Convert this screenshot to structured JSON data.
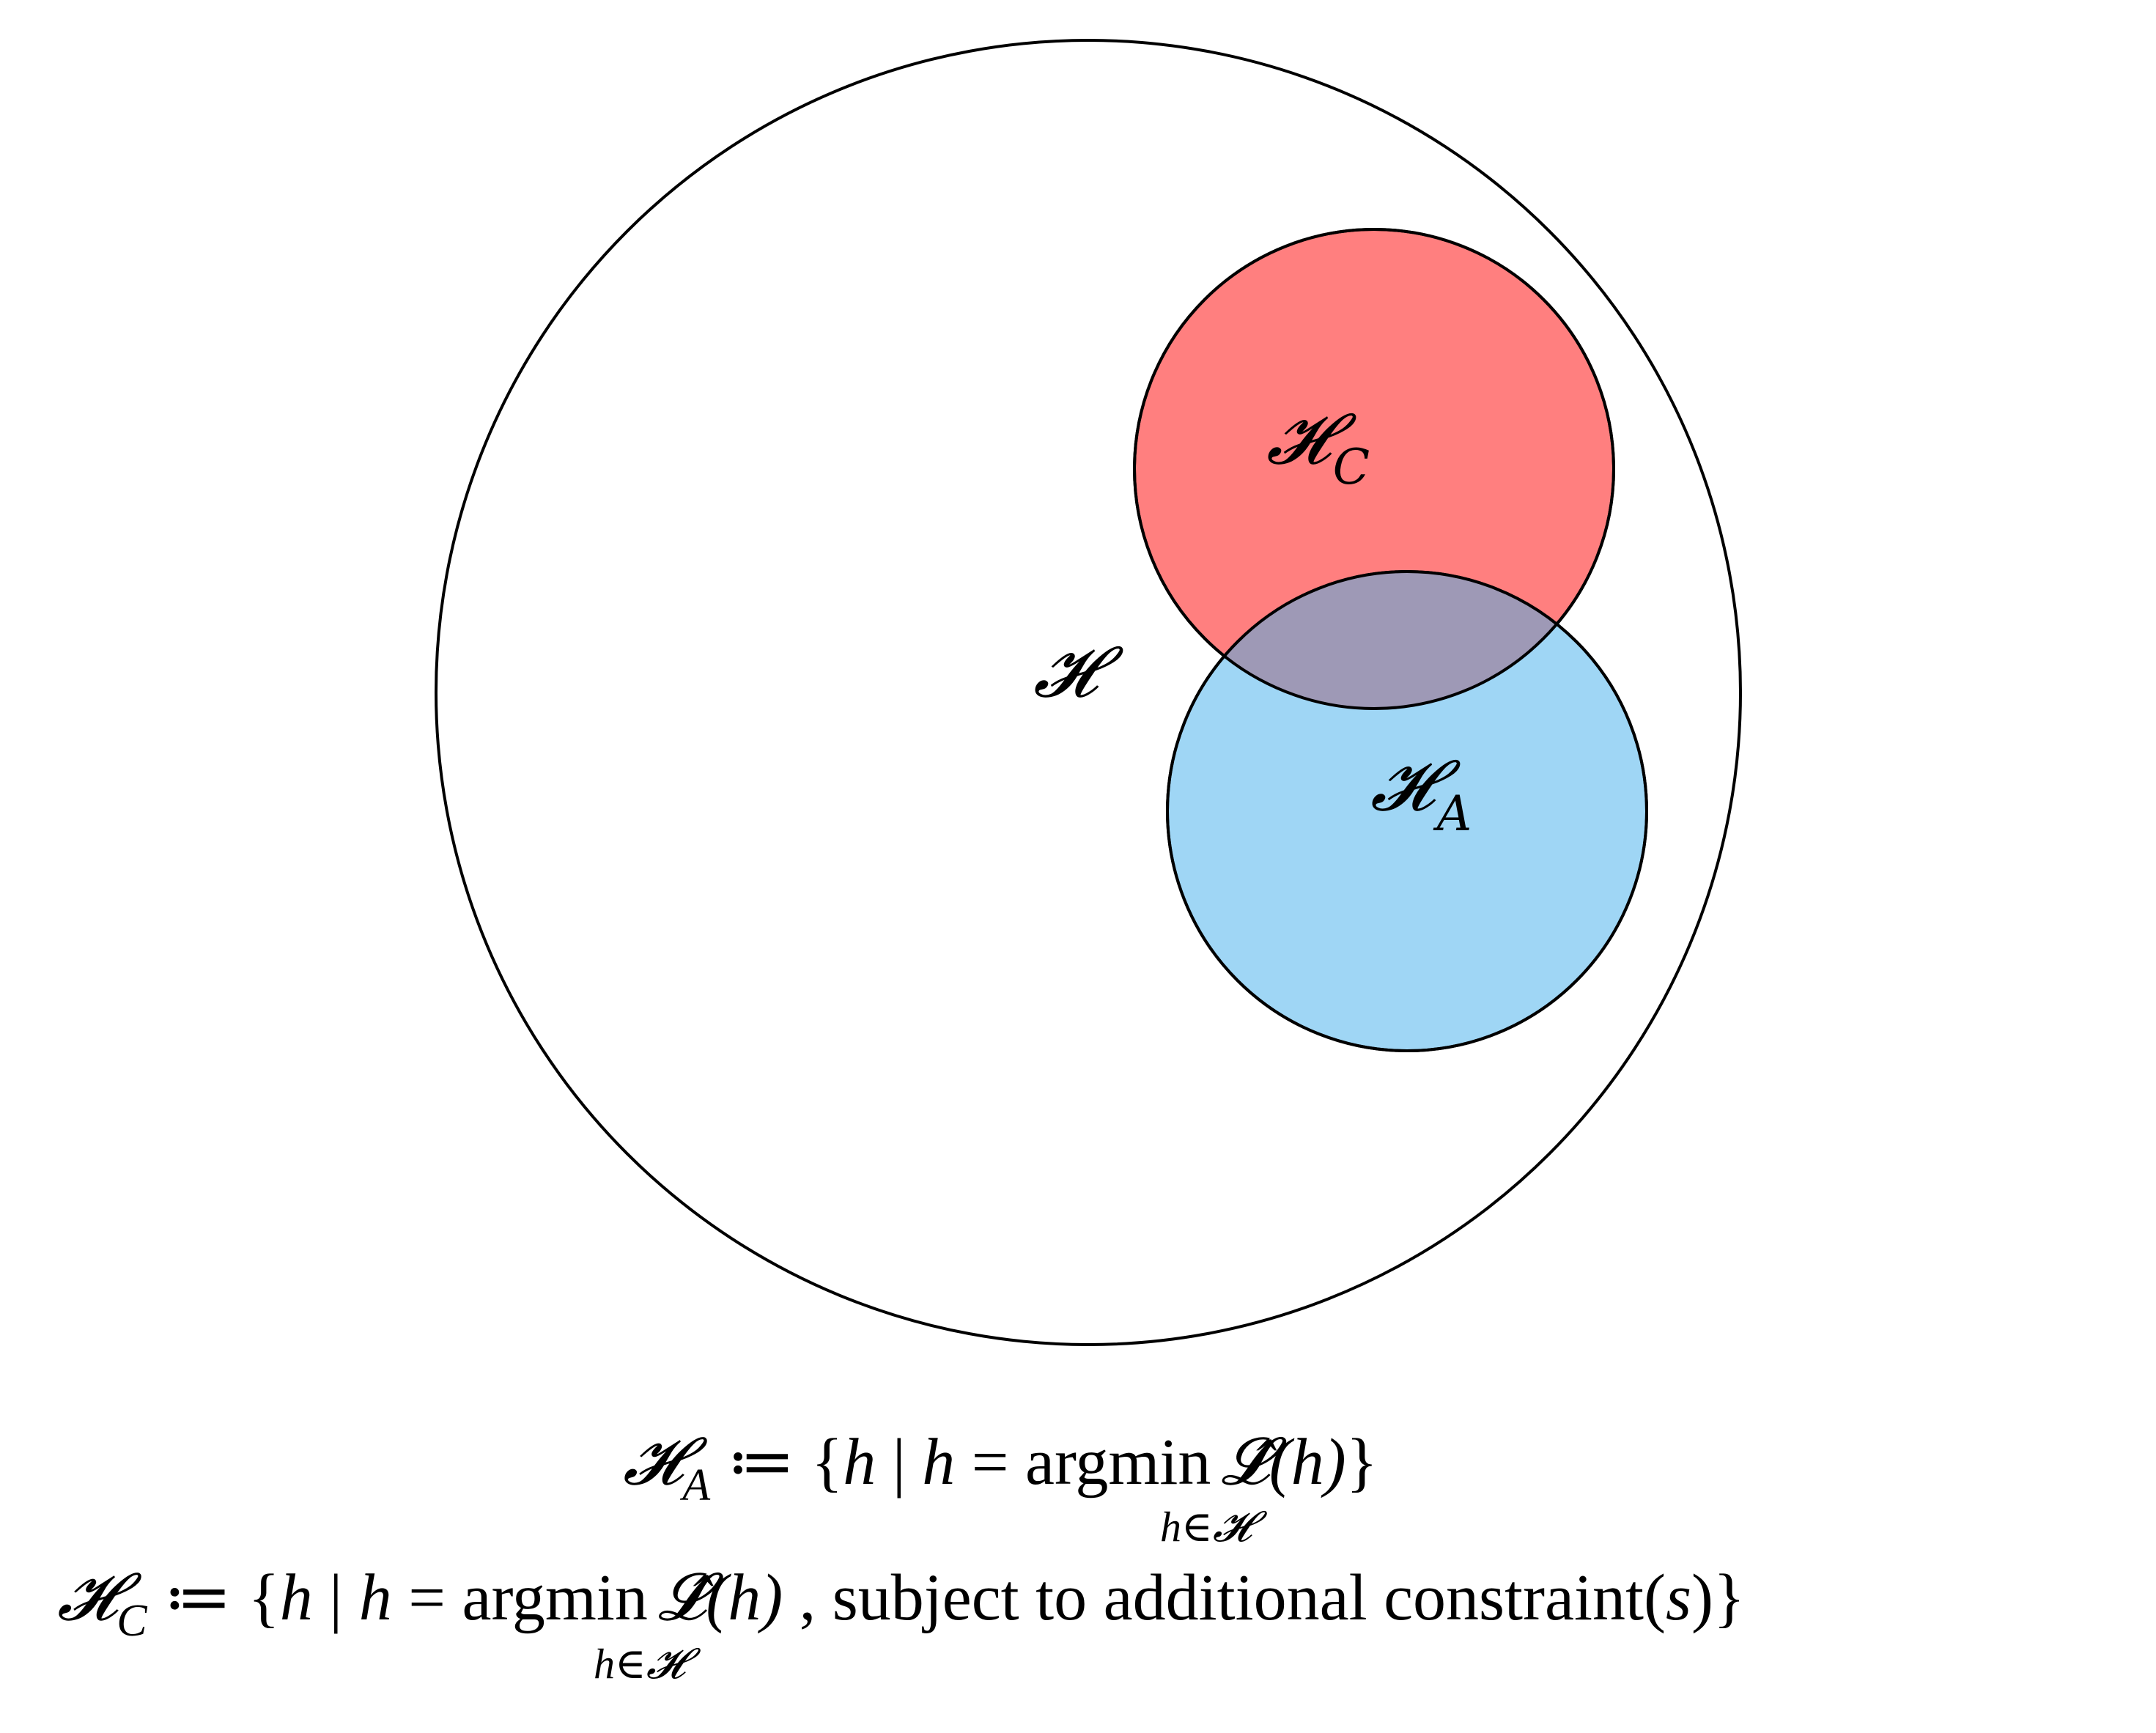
{
  "diagram": {
    "outer_set": {
      "symbol": "𝓗",
      "subscript": ""
    },
    "set_c": {
      "symbol": "𝓗",
      "subscript": "C",
      "fill": "#ff7f7f"
    },
    "set_a": {
      "symbol": "𝓗",
      "subscript": "A",
      "fill": "#9fd6f5"
    },
    "overlap_fill": "#9e99b6",
    "stroke": "#000000"
  },
  "equations": {
    "eq_a": {
      "lhs_symbol": "𝓗",
      "lhs_subscript": "A",
      "assign": " ≔ {",
      "var1": "h",
      "bar": " | ",
      "var2": "h",
      "equals": " = ",
      "op": "argmin",
      "op_under": "h∈𝓗",
      "loss": "𝓛̂",
      "loss_arg": "(h)",
      "rest": "",
      "close": "}"
    },
    "eq_c": {
      "lhs_symbol": "𝓗",
      "lhs_subscript": "C",
      "assign": " ≔ {",
      "var1": "h",
      "bar": " | ",
      "var2": "h",
      "equals": " = ",
      "op": "argmin",
      "op_under": "h∈𝓗",
      "loss": "𝓛̂",
      "loss_arg": "(h)",
      "rest": " , subject to additional constraint(",
      "rest_var": "s",
      "rest_close": ")",
      "close": "}"
    }
  }
}
